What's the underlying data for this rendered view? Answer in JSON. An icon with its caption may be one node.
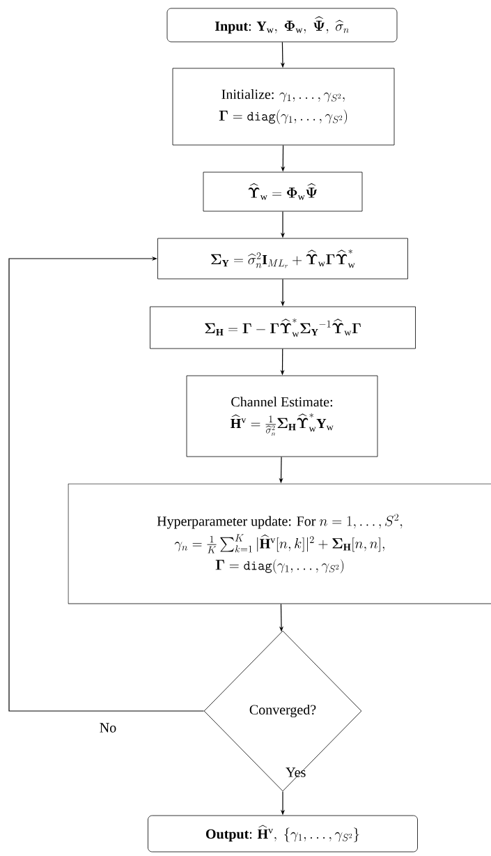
{
  "diagram": {
    "nodes": [
      {
        "text": [
          "\\textbf{Input}\\text{: }\\mathbf{Y}_{\\mathrm{w}},\\ \\boldsymbol{\\Phi}_{\\mathrm{w}},\\ \\widehat{\\boldsymbol{\\Psi}},\\ \\widehat{\\sigma}_n"
        ]
      },
      {
        "text": [
          "\\text{Initialize: }\\gamma_1,\\ldots,\\gamma_{S^2},",
          "\\boldsymbol{\\Gamma}=\\mathtt{diag}(\\gamma_1,\\ldots,\\gamma_{S^2})"
        ]
      },
      {
        "text": [
          "\\widehat{\\boldsymbol{\\Upsilon}}_{\\mathrm{w}}=\\boldsymbol{\\Phi}_{\\mathrm{w}}\\widehat{\\boldsymbol{\\Psi}}"
        ]
      },
      {
        "text": [
          "\\boldsymbol{\\Sigma}_{\\mathbf{Y}}=\\widehat{\\sigma}_n^2\\mathbf{I}_{ML_r}+\\widehat{\\boldsymbol{\\Upsilon}}_{\\mathrm{w}}\\boldsymbol{\\Gamma}\\widehat{\\boldsymbol{\\Upsilon}}_{\\mathrm{w}}^*"
        ]
      },
      {
        "text": [
          "\\boldsymbol{\\Sigma}_{\\mathbf{H}}=\\boldsymbol{\\Gamma}-\\boldsymbol{\\Gamma}\\widehat{\\boldsymbol{\\Upsilon}}_{\\mathrm{w}}^*{\\boldsymbol{\\Sigma}_{\\mathbf{Y}}}^{-1}\\widehat{\\boldsymbol{\\Upsilon}}_{\\mathrm{w}}\\boldsymbol{\\Gamma}"
        ]
      },
      {
        "text": [
          "Channel Estimate:",
          "\\widehat{\\mathbf{H}}^{\\mathrm{v}}=\\frac{1}{\\widehat{\\sigma}_n^2}\\boldsymbol{\\Sigma}_{\\mathbf{H}}\\widehat{\\boldsymbol{\\Upsilon}}_{\\mathrm{w}}^*\\mathbf{Y}_{\\mathrm{w}}"
        ]
      },
      {
        "text": [
          "\\text{Hyperparameter update: For }n=1,\\ldots,S^2,",
          "\\gamma_n=\\frac{1}{K}\\sum_{k=1}^K|\\widehat{\\mathbf{H}}^{\\mathrm{v}}[n,k]|^2+\\boldsymbol{\\Sigma}_{\\mathbf{H}}[n,n],",
          "\\boldsymbol{\\Gamma}=\\mathtt{diag}(\\gamma_1,\\ldots,\\gamma_{S^2})"
        ]
      },
      {
        "text": [
          "Converged?"
        ]
      },
      {
        "text": [
          "\\textbf{Output}\\text{: }\\widehat{\\mathbf{H}}^{\\mathrm{v}},\\ \\{\\gamma_1,\\ldots,\\gamma_{S^2}\\}"
        ]
      }
    ],
    "edges": [
      {
        "from": 0,
        "to": 1,
        "arrow": "to"
      },
      {
        "from": 1,
        "to": 2,
        "arrow": "to"
      },
      {
        "from": 2,
        "to": 3,
        "arrow": "to"
      },
      {
        "from": 3,
        "to": 4,
        "arrow": "to"
      },
      {
        "from": 4,
        "to": 5,
        "arrow": "to"
      },
      {
        "from": 5,
        "to": 6,
        "arrow": "to"
      },
      {
        "from": 6,
        "to": 7,
        "arrow": "to"
      },
      {
        "from": 7,
        "to": 3,
        "arrow": "to",
        "label": "No"
      },
      {
        "from": 7,
        "to": 8,
        "arrow": "to",
        "label": "Yes"
      }
    ]
  }
}
